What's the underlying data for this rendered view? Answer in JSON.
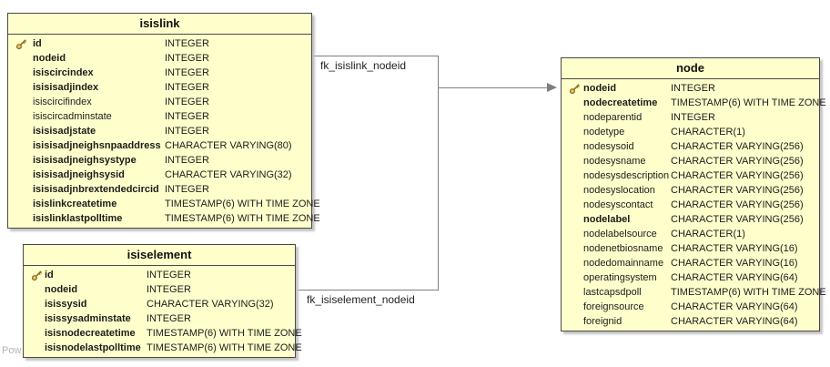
{
  "tables": [
    {
      "name": "isislink",
      "columns": [
        {
          "name": "id",
          "type": "INTEGER",
          "pk": true,
          "bold": true
        },
        {
          "name": "nodeid",
          "type": "INTEGER",
          "pk": false,
          "bold": true
        },
        {
          "name": "isiscircindex",
          "type": "INTEGER",
          "pk": false,
          "bold": true
        },
        {
          "name": "isisisadjindex",
          "type": "INTEGER",
          "pk": false,
          "bold": true
        },
        {
          "name": "isiscircifindex",
          "type": "INTEGER",
          "pk": false,
          "bold": false
        },
        {
          "name": "isiscircadminstate",
          "type": "INTEGER",
          "pk": false,
          "bold": false
        },
        {
          "name": "isisisadjstate",
          "type": "INTEGER",
          "pk": false,
          "bold": true
        },
        {
          "name": "isisisadjneighsnpaaddress",
          "type": "CHARACTER VARYING(80)",
          "pk": false,
          "bold": true
        },
        {
          "name": "isisisadjneighsystype",
          "type": "INTEGER",
          "pk": false,
          "bold": true
        },
        {
          "name": "isisisadjneighsysid",
          "type": "CHARACTER VARYING(32)",
          "pk": false,
          "bold": true
        },
        {
          "name": "isisisadjnbrextendedcircid",
          "type": "INTEGER",
          "pk": false,
          "bold": true
        },
        {
          "name": "isislinkcreatetime",
          "type": "TIMESTAMP(6) WITH TIME ZONE",
          "pk": false,
          "bold": true
        },
        {
          "name": "isislinklastpolltime",
          "type": "TIMESTAMP(6) WITH TIME ZONE",
          "pk": false,
          "bold": true
        }
      ]
    },
    {
      "name": "isiselement",
      "columns": [
        {
          "name": "id",
          "type": "INTEGER",
          "pk": true,
          "bold": true
        },
        {
          "name": "nodeid",
          "type": "INTEGER",
          "pk": false,
          "bold": true
        },
        {
          "name": "isissysid",
          "type": "CHARACTER VARYING(32)",
          "pk": false,
          "bold": true
        },
        {
          "name": "isissysadminstate",
          "type": "INTEGER",
          "pk": false,
          "bold": true
        },
        {
          "name": "isisnodecreatetime",
          "type": "TIMESTAMP(6) WITH TIME ZONE",
          "pk": false,
          "bold": true
        },
        {
          "name": "isisnodelastpolltime",
          "type": "TIMESTAMP(6) WITH TIME ZONE",
          "pk": false,
          "bold": true
        }
      ]
    },
    {
      "name": "node",
      "columns": [
        {
          "name": "nodeid",
          "type": "INTEGER",
          "pk": true,
          "bold": true
        },
        {
          "name": "nodecreatetime",
          "type": "TIMESTAMP(6) WITH TIME ZONE",
          "pk": false,
          "bold": true
        },
        {
          "name": "nodeparentid",
          "type": "INTEGER",
          "pk": false,
          "bold": false
        },
        {
          "name": "nodetype",
          "type": "CHARACTER(1)",
          "pk": false,
          "bold": false
        },
        {
          "name": "nodesysoid",
          "type": "CHARACTER VARYING(256)",
          "pk": false,
          "bold": false
        },
        {
          "name": "nodesysname",
          "type": "CHARACTER VARYING(256)",
          "pk": false,
          "bold": false
        },
        {
          "name": "nodesysdescription",
          "type": "CHARACTER VARYING(256)",
          "pk": false,
          "bold": false
        },
        {
          "name": "nodesyslocation",
          "type": "CHARACTER VARYING(256)",
          "pk": false,
          "bold": false
        },
        {
          "name": "nodesyscontact",
          "type": "CHARACTER VARYING(256)",
          "pk": false,
          "bold": false
        },
        {
          "name": "nodelabel",
          "type": "CHARACTER VARYING(256)",
          "pk": false,
          "bold": true
        },
        {
          "name": "nodelabelsource",
          "type": "CHARACTER(1)",
          "pk": false,
          "bold": false
        },
        {
          "name": "nodenetbiosname",
          "type": "CHARACTER VARYING(16)",
          "pk": false,
          "bold": false
        },
        {
          "name": "nodedomainname",
          "type": "CHARACTER VARYING(16)",
          "pk": false,
          "bold": false
        },
        {
          "name": "operatingsystem",
          "type": "CHARACTER VARYING(64)",
          "pk": false,
          "bold": false
        },
        {
          "name": "lastcapsdpoll",
          "type": "TIMESTAMP(6) WITH TIME ZONE",
          "pk": false,
          "bold": false
        },
        {
          "name": "foreignsource",
          "type": "CHARACTER VARYING(64)",
          "pk": false,
          "bold": false
        },
        {
          "name": "foreignid",
          "type": "CHARACTER VARYING(64)",
          "pk": false,
          "bold": false
        }
      ]
    }
  ],
  "relations": [
    {
      "label": "fk_isislink_nodeid",
      "from": "isislink",
      "to": "node"
    },
    {
      "label": "fk_isiselement_nodeid",
      "from": "isiselement",
      "to": "node"
    }
  ],
  "watermark": "Pow",
  "icons": {
    "primary_key": "key-icon"
  },
  "colors": {
    "table_fill": "#ffffcc",
    "table_border": "#4a4a4a",
    "shadow": "#c4c4c4",
    "relation_line": "#7f7f7f",
    "key_outline": "#8f6c1f",
    "key_fill": "#e9c96d",
    "watermark_text": "#b5b5b5"
  }
}
